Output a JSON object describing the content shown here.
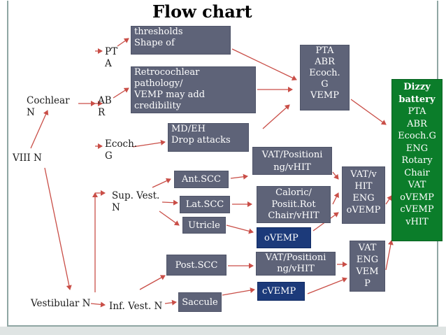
{
  "title": "Flow chart",
  "colors": {
    "box": "#5e6378",
    "dark_box": "#1c3a7a",
    "green_box": "#0b7d2a",
    "arrow": "#c94e47",
    "frame": "#8fa6a3"
  },
  "labels": {
    "viii_n": "VIII N",
    "cochlear_n": "Cochlear\nN",
    "vestibular_n": "Vestibular N",
    "pta": "PT\nA",
    "abr": "AB\nR",
    "ecoch": "Ecoch.\nG",
    "sup_vest": "Sup. Vest.\nN",
    "inf_vest": "Inf. Vest. N"
  },
  "boxes": {
    "thresholds": "thresholds\nShape of",
    "retrocochlear": "Retrocochlear\npathology/\nVEMP may add\ncredibility",
    "md_eh": "MD/EH\nDrop attacks",
    "pta_abr": "PTA\nABR\nEcoch.\nG\nVEMP",
    "ant_scc": "Ant.SCC",
    "lat_scc": "Lat.SCC",
    "utricle": "Utricle",
    "post_scc": "Post.SCC",
    "saccule": "Saccule",
    "vat_positioning_1": "VAT/Positioni\nng/vHIT",
    "caloric": "Caloric/\nPosiit.Rot\nChair/vHIT",
    "ovemp": "oVEMP",
    "vat_positioning_2": "VAT/Positioni\nng/vHIT",
    "cvemp": "cVEMP",
    "vat_hit": "VAT/v\nHIT\nENG\noVEMP",
    "vat_eng": "VAT\nENG\nVEM\nP"
  },
  "dizzy": {
    "title": "Dizzy\nbattery",
    "items": "PTA\nABR\nEcoch.G\nENG\nRotary\nChair\nVAT\noVEMP\ncVEMP\nvHIT"
  }
}
